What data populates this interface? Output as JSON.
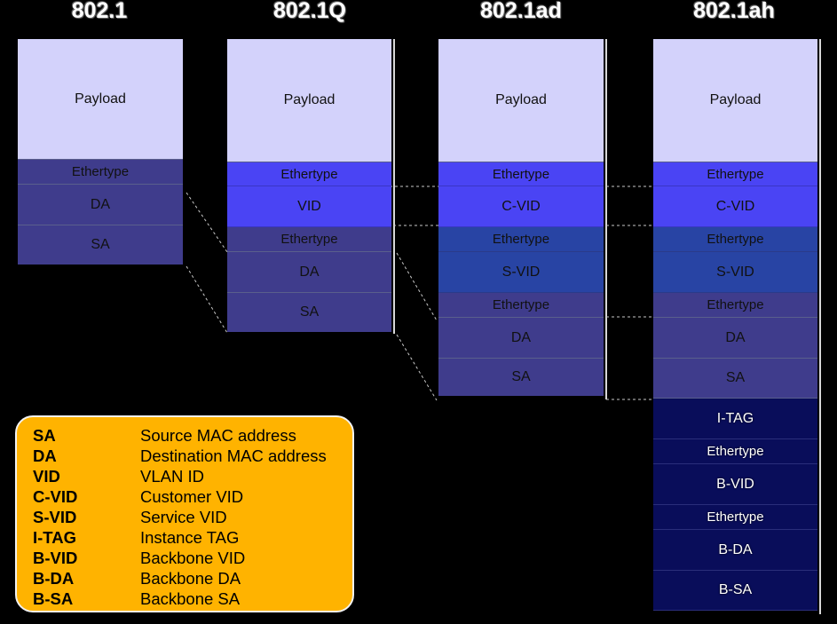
{
  "colors": {
    "payload": "#d3d2fb",
    "grey_blue": "#3f3c8c",
    "bright_blue": "#4a44f4",
    "mid_blue": "#2844a4",
    "navy": "#090d5a",
    "legend_bg": "#ffb300"
  },
  "columns": [
    {
      "title": "802.1",
      "fields": [
        {
          "label": "Payload",
          "color": "payload"
        },
        {
          "label": "Ethertype",
          "color": "grey_blue"
        },
        {
          "label": "DA",
          "color": "grey_blue"
        },
        {
          "label": "SA",
          "color": "grey_blue"
        }
      ]
    },
    {
      "title": "802.1Q",
      "fields": [
        {
          "label": "Payload",
          "color": "payload"
        },
        {
          "label": "Ethertype",
          "color": "bright_blue"
        },
        {
          "label": "VID",
          "color": "bright_blue"
        },
        {
          "label": "Ethertype",
          "color": "grey_blue"
        },
        {
          "label": "DA",
          "color": "grey_blue"
        },
        {
          "label": "SA",
          "color": "grey_blue"
        }
      ]
    },
    {
      "title": "802.1ad",
      "fields": [
        {
          "label": "Payload",
          "color": "payload"
        },
        {
          "label": "Ethertype",
          "color": "bright_blue"
        },
        {
          "label": "C-VID",
          "color": "bright_blue"
        },
        {
          "label": "Ethertype",
          "color": "mid_blue"
        },
        {
          "label": "S-VID",
          "color": "mid_blue"
        },
        {
          "label": "Ethertype",
          "color": "grey_blue"
        },
        {
          "label": "DA",
          "color": "grey_blue"
        },
        {
          "label": "SA",
          "color": "grey_blue"
        }
      ]
    },
    {
      "title": "802.1ah",
      "fields": [
        {
          "label": "Payload",
          "color": "payload"
        },
        {
          "label": "Ethertype",
          "color": "bright_blue"
        },
        {
          "label": "C-VID",
          "color": "bright_blue"
        },
        {
          "label": "Ethertype",
          "color": "mid_blue"
        },
        {
          "label": "S-VID",
          "color": "mid_blue"
        },
        {
          "label": "Ethertype",
          "color": "grey_blue"
        },
        {
          "label": "DA",
          "color": "grey_blue"
        },
        {
          "label": "SA",
          "color": "grey_blue"
        },
        {
          "label": "I-TAG",
          "color": "navy"
        },
        {
          "label": "Ethertype",
          "color": "navy"
        },
        {
          "label": "B-VID",
          "color": "navy"
        },
        {
          "label": "Ethertype",
          "color": "navy"
        },
        {
          "label": "B-DA",
          "color": "navy"
        },
        {
          "label": "B-SA",
          "color": "navy"
        }
      ]
    }
  ],
  "legend": [
    {
      "key": "SA",
      "value": "Source MAC address"
    },
    {
      "key": "DA",
      "value": "Destination MAC address"
    },
    {
      "key": "VID",
      "value": "VLAN ID"
    },
    {
      "key": "C-VID",
      "value": "Customer VID"
    },
    {
      "key": "S-VID",
      "value": "Service VID"
    },
    {
      "key": "I-TAG",
      "value": "Instance TAG"
    },
    {
      "key": "B-VID",
      "value": "Backbone VID"
    },
    {
      "key": "B-DA",
      "value": "Backbone DA"
    },
    {
      "key": "B-SA",
      "value": "Backbone SA"
    }
  ]
}
